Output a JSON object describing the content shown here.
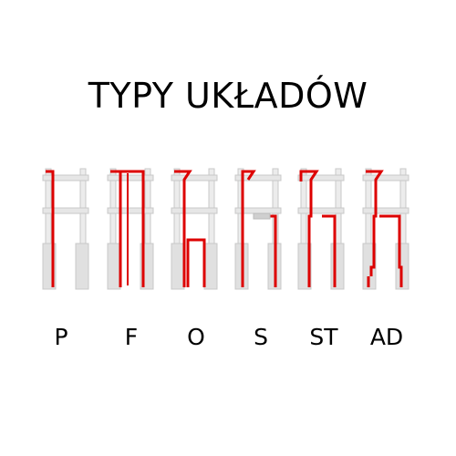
{
  "title": "TYPY UKŁADÓW",
  "layouts": [
    {
      "key": "P",
      "label": "P"
    },
    {
      "key": "F",
      "label": "F"
    },
    {
      "key": "O",
      "label": "O"
    },
    {
      "key": "S",
      "label": "S"
    },
    {
      "key": "ST",
      "label": "ST"
    },
    {
      "key": "AD",
      "label": "AD"
    }
  ],
  "colors": {
    "frame": "#c8c8c8",
    "frame_fill": "#e6e6e6",
    "route": "#dd0000"
  }
}
